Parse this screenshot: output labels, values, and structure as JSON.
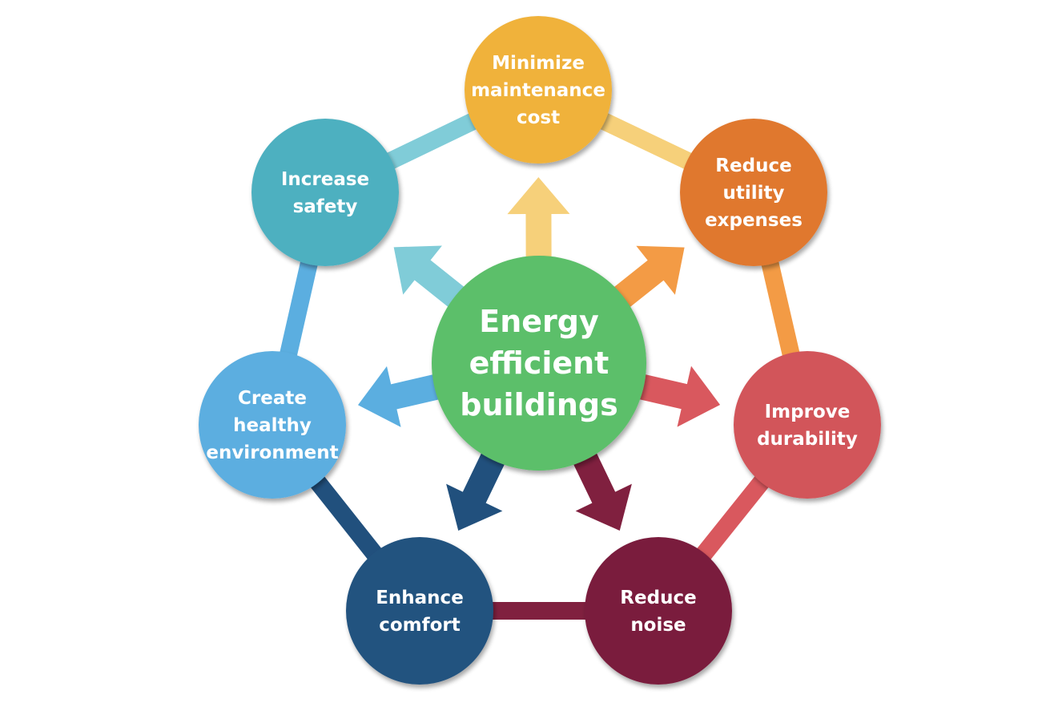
{
  "center": {
    "lines": [
      "Energy",
      "efficient",
      "buildings"
    ],
    "color": "#5cbf6a"
  },
  "nodes": [
    {
      "id": "minimize-maintenance-cost",
      "lines": [
        "Minimize",
        "maintenance",
        "cost"
      ],
      "color": "#f0b23b",
      "ring_color": "#f6d07a",
      "arrow_color": "#f6d07a"
    },
    {
      "id": "reduce-utility-expenses",
      "lines": [
        "Reduce",
        "utility",
        "expenses"
      ],
      "color": "#e0782f",
      "ring_color": "#f39b45",
      "arrow_color": "#f39b45"
    },
    {
      "id": "improve-durability",
      "lines": [
        "Improve",
        "durability"
      ],
      "color": "#d2545a",
      "ring_color": "#d9585e",
      "arrow_color": "#d9585e"
    },
    {
      "id": "reduce-noise",
      "lines": [
        "Reduce",
        "noise"
      ],
      "color": "#7a1e3d",
      "ring_color": "#80203f",
      "arrow_color": "#80203f"
    },
    {
      "id": "enhance-comfort",
      "lines": [
        "Enhance",
        "comfort"
      ],
      "color": "#23527f",
      "ring_color": "#21507d",
      "arrow_color": "#21507d"
    },
    {
      "id": "create-healthy-environment",
      "lines": [
        "Create",
        "healthy",
        "environment"
      ],
      "color": "#5baee0",
      "ring_color": "#5baee0",
      "arrow_color": "#5baee0"
    },
    {
      "id": "increase-safety",
      "lines": [
        "Increase",
        "safety"
      ],
      "color": "#4eb0c0",
      "ring_color": "#80ccd8",
      "arrow_color": "#80ccd8"
    }
  ]
}
